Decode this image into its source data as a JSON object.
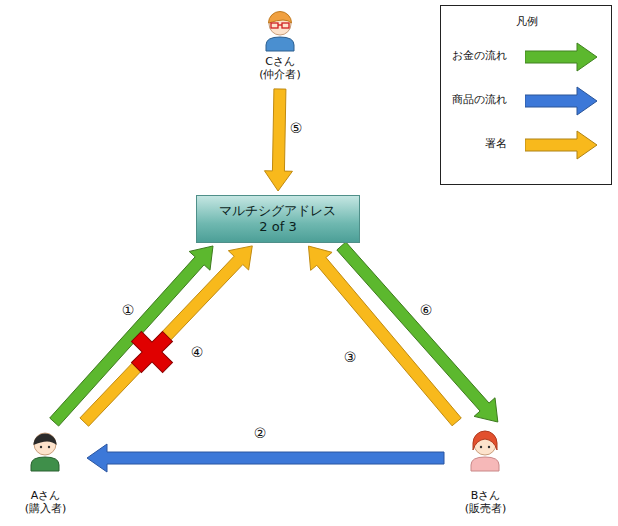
{
  "diagram": {
    "nodes": [
      {
        "text": [
          "Cさん (仲介者)"
        ]
      },
      {
        "text": [
          "マルチシグアドレス 2 of 3"
        ]
      },
      {
        "text": [
          "Aさん (購入者)"
        ]
      },
      {
        "text": [
          "Bさん (販売者)"
        ]
      }
    ],
    "edges": [
      {
        "from": 2,
        "to": 1,
        "arrow": "to",
        "label": "①"
      },
      {
        "from": 3,
        "to": 2,
        "arrow": "to",
        "label": "②"
      },
      {
        "from": 3,
        "to": 1,
        "arrow": "to",
        "label": "③"
      },
      {
        "from": 2,
        "to": 1,
        "arrow": "to",
        "label": "④"
      },
      {
        "from": 0,
        "to": 1,
        "arrow": "to",
        "label": "⑤"
      },
      {
        "from": 1,
        "to": 3,
        "arrow": "to",
        "label": "⑥"
      }
    ],
    "labels": [
      "凡例"
    ],
    "legend": [
      {
        "text": "お金の流れ",
        "color": "#5cb82e"
      },
      {
        "text": "商品の流れ",
        "color": "#3c78d8"
      },
      {
        "text": "署名",
        "color": "#f8b91c"
      }
    ]
  }
}
